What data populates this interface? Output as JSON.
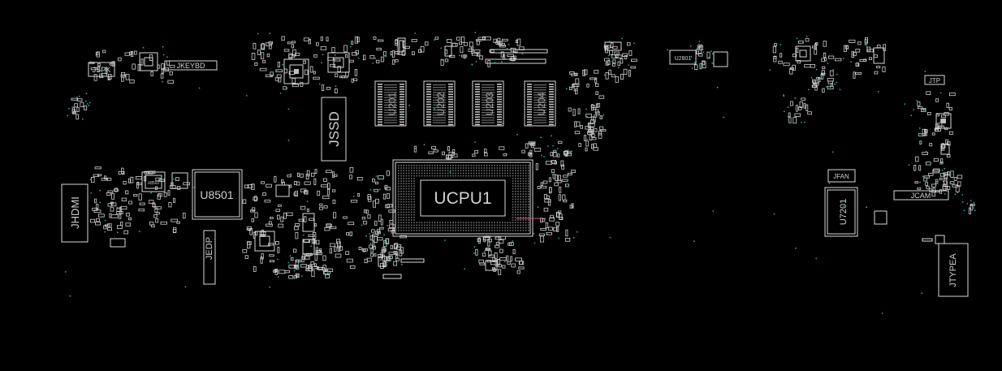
{
  "colors": {
    "background": "#000000",
    "outline": "#d8d8d8",
    "label": "#cfcfcf",
    "via": "#2fa7a7",
    "accent_trace": "#c05a7a"
  },
  "components": {
    "jspk": "JSPK",
    "jkeybd": "JKEYBD",
    "jssd": "JSSD",
    "u201": "U201",
    "u202": "U202",
    "u203": "U203",
    "u204": "U204",
    "u2801": "U2801",
    "jtp": "JTP",
    "jhdmi": "JHDMI",
    "u8501": "U8501",
    "u8502": "U8502",
    "jedp": "JEDP",
    "ucpu1": "UCPU1",
    "jfan": "JFAN",
    "u7201": "U7201",
    "jcam": "JCAM",
    "jtypea": "JTYPEA"
  }
}
